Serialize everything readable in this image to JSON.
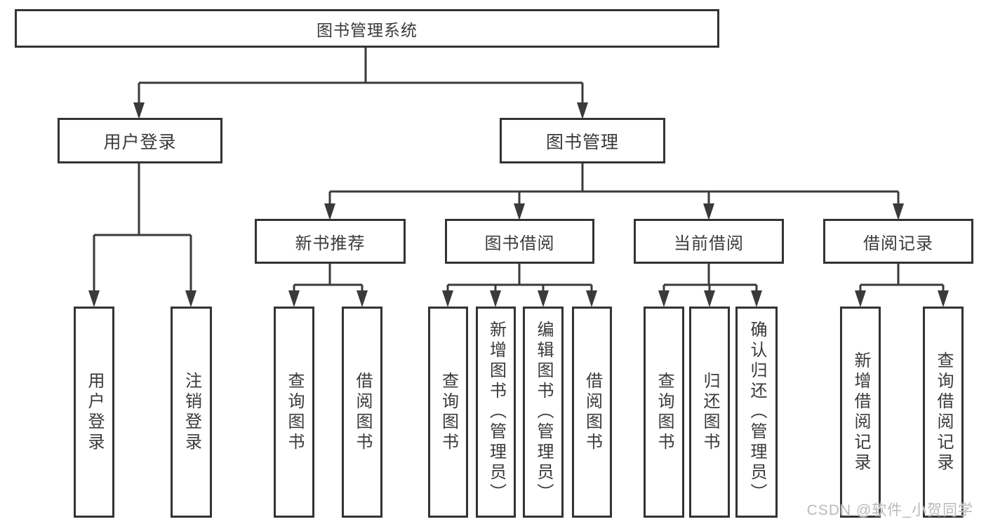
{
  "colors": {
    "line": "#3a3a3a",
    "box_border": "#333333",
    "text": "#3a3a3a",
    "background": "#ffffff",
    "watermark": "#b9b9b9"
  },
  "watermark": "CSDN @软件_小贺同学",
  "tree": {
    "root": {
      "label": "图书管理系统"
    },
    "level2": [
      {
        "label": "用户登录",
        "leaves": [
          {
            "label": "用户登录"
          },
          {
            "label": "注销登录"
          }
        ]
      },
      {
        "label": "图书管理",
        "groups": [
          {
            "label": "新书推荐",
            "leaves": [
              {
                "label": "查询图书"
              },
              {
                "label": "借阅图书"
              }
            ]
          },
          {
            "label": "图书借阅",
            "leaves": [
              {
                "label": "查询图书"
              },
              {
                "label": "新增图书（管理员）"
              },
              {
                "label": "编辑图书（管理员）"
              },
              {
                "label": "借阅图书"
              }
            ]
          },
          {
            "label": "当前借阅",
            "leaves": [
              {
                "label": "查询图书"
              },
              {
                "label": "归还图书"
              },
              {
                "label": "确认归还（管理员）"
              }
            ]
          },
          {
            "label": "借阅记录",
            "leaves": [
              {
                "label": "新增借阅记录"
              },
              {
                "label": "查询借阅记录"
              }
            ]
          }
        ]
      }
    ]
  }
}
